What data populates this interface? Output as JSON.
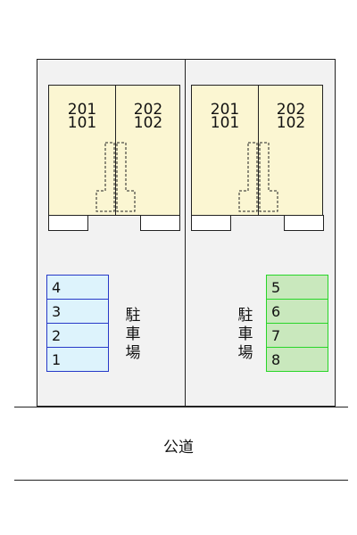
{
  "buildings": [
    {
      "units": [
        {
          "upper": "201",
          "lower": "101"
        },
        {
          "upper": "202",
          "lower": "102"
        }
      ]
    },
    {
      "units": [
        {
          "upper": "201",
          "lower": "101"
        },
        {
          "upper": "202",
          "lower": "102"
        }
      ]
    }
  ],
  "parking": {
    "label_chars": [
      "駐",
      "車",
      "場"
    ],
    "left_stalls": [
      "4",
      "3",
      "2",
      "1"
    ],
    "right_stalls": [
      "5",
      "6",
      "7",
      "8"
    ]
  },
  "road": {
    "label": "公道"
  },
  "colors": {
    "building_fill": "#fbf6d2",
    "left_stall_fill": "#ddf3fc",
    "left_stall_border": "#2638c8",
    "right_stall_fill": "#c9e8bd",
    "right_stall_border": "#28d628",
    "site_fill": "#f2f2f2"
  }
}
